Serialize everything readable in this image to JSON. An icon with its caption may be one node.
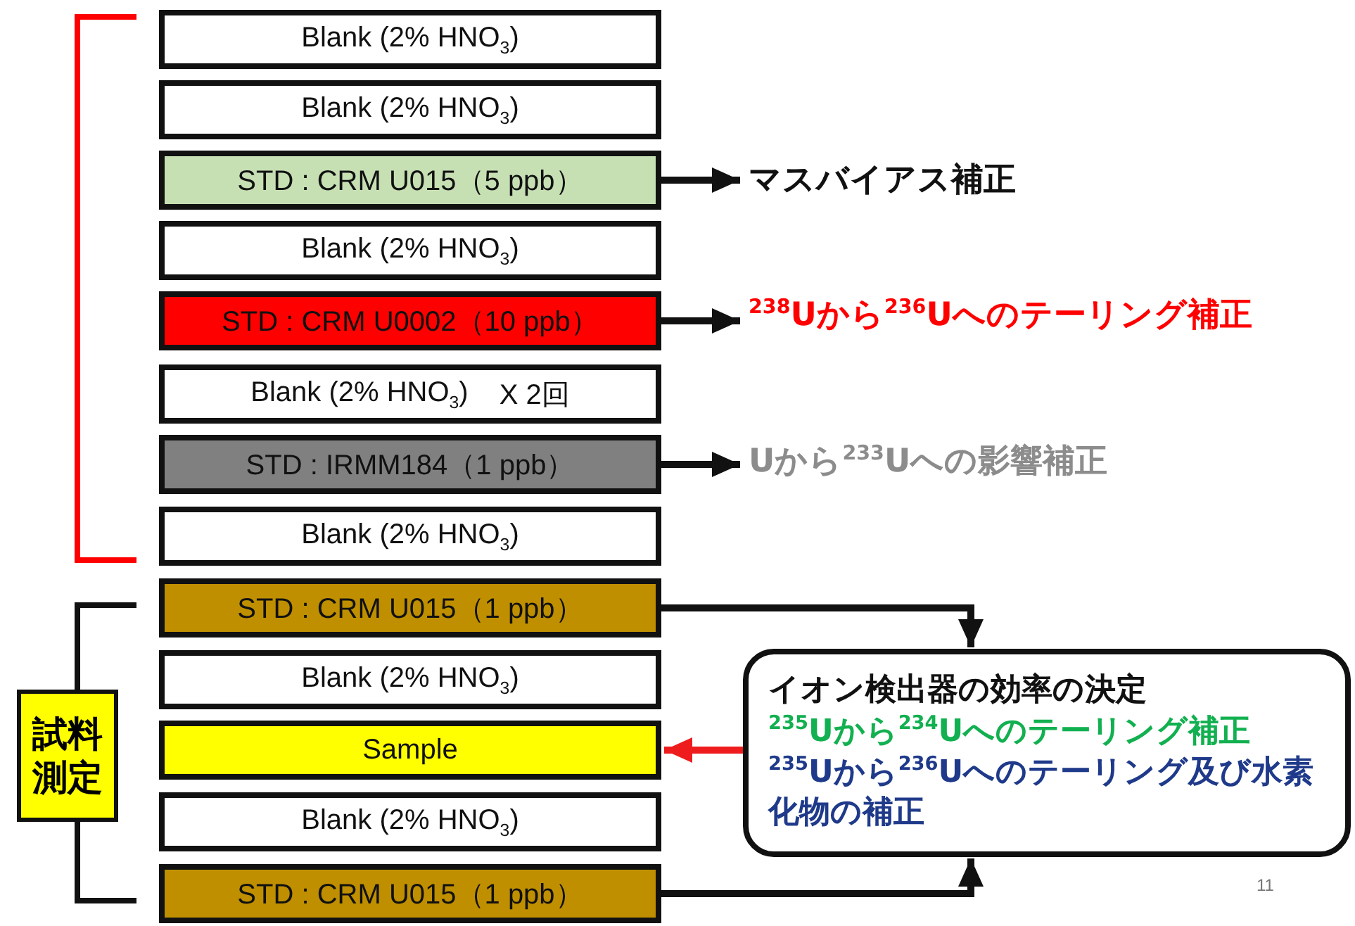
{
  "diagram": {
    "nodes": [
      {
        "text": [
          "Blank (2% HNO$_{3}$)"
        ]
      },
      {
        "text": [
          "Blank (2% HNO$_{3}$)"
        ]
      },
      {
        "text": [
          "STD : CRM U015（5 ppb）"
        ]
      },
      {
        "text": [
          "Blank (2% HNO$_{3}$)"
        ]
      },
      {
        "text": [
          "STD : CRM U0002（10 ppb）"
        ]
      },
      {
        "text": [
          "Blank (2% HNO$_{3}$)",
          "X 2回"
        ]
      },
      {
        "text": [
          "STD : IRMM184（1 ppb）"
        ]
      },
      {
        "text": [
          "Blank (2% HNO$_{3}$)"
        ]
      },
      {
        "text": [
          "STD : CRM U015（1 ppb）"
        ]
      },
      {
        "text": [
          "Blank (2% HNO$_{3}$)"
        ]
      },
      {
        "text": [
          "Sample"
        ]
      },
      {
        "text": [
          "Blank (2% HNO$_{3}$)"
        ]
      },
      {
        "text": [
          "STD : CRM U015（1 ppb）"
        ]
      },
      {
        "text": [
          "マスバイアス補正"
        ]
      },
      {
        "text": [
          "$^{238}$Uから$^{236}$Uへのテーリング補正"
        ]
      },
      {
        "text": [
          "Uから$^{233}$Uへの影響補正"
        ]
      },
      {
        "text": [
          "イオン検出器の効率の決定",
          "$^{235}$Uから$^{234}$Uへのテーリング補正",
          "$^{235}$Uから$^{236}$Uへのテーリング及び水素化物の補正"
        ]
      },
      {
        "text": [
          "試料測定"
        ]
      }
    ],
    "edges": [
      {
        "from": 2,
        "to": 13,
        "arrow": "to"
      },
      {
        "from": 4,
        "to": 14,
        "arrow": "to"
      },
      {
        "from": 6,
        "to": 15,
        "arrow": "to"
      },
      {
        "from": 8,
        "to": 16,
        "arrow": "to"
      },
      {
        "from": 12,
        "to": 16,
        "arrow": "to"
      },
      {
        "from": 16,
        "to": 10,
        "arrow": "to",
        "color": "#ee1c1c"
      }
    ],
    "labels": [
      "11"
    ]
  }
}
